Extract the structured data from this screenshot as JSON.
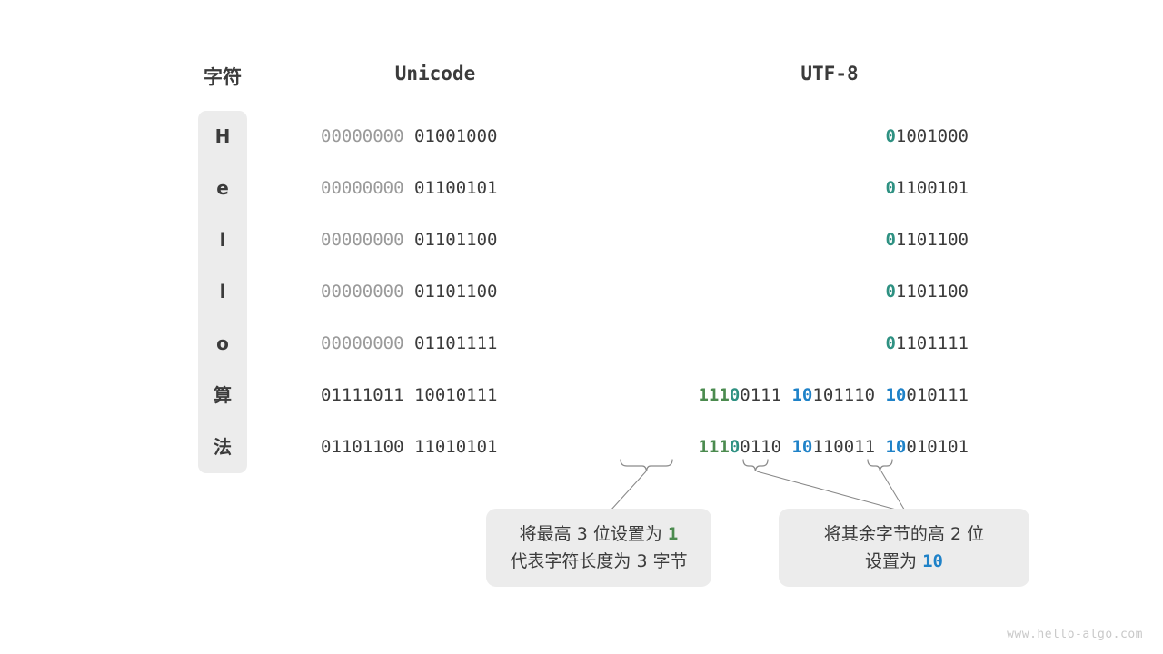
{
  "headers": {
    "character": "字符",
    "unicode": "Unicode",
    "utf8": "UTF-8"
  },
  "rows": [
    {
      "char": "H",
      "unicode_high": "00000000",
      "unicode_low": "01001000",
      "utf8_bytes": [
        {
          "prefix": "0",
          "prefix_color": "teal",
          "rest": "1001000"
        }
      ]
    },
    {
      "char": "e",
      "unicode_high": "00000000",
      "unicode_low": "01100101",
      "utf8_bytes": [
        {
          "prefix": "0",
          "prefix_color": "teal",
          "rest": "1100101"
        }
      ]
    },
    {
      "char": "l",
      "unicode_high": "00000000",
      "unicode_low": "01101100",
      "utf8_bytes": [
        {
          "prefix": "0",
          "prefix_color": "teal",
          "rest": "1101100"
        }
      ]
    },
    {
      "char": "l",
      "unicode_high": "00000000",
      "unicode_low": "01101100",
      "utf8_bytes": [
        {
          "prefix": "0",
          "prefix_color": "teal",
          "rest": "1101100"
        }
      ]
    },
    {
      "char": "o",
      "unicode_high": "00000000",
      "unicode_low": "01101111",
      "utf8_bytes": [
        {
          "prefix": "0",
          "prefix_color": "teal",
          "rest": "1101111"
        }
      ]
    },
    {
      "char": "算",
      "unicode_high": "01111011",
      "unicode_low": "10010111",
      "utf8_bytes": [
        {
          "prefix": "111",
          "prefix_color": "green",
          "prefix2": "0",
          "prefix2_color": "teal",
          "rest": "0111"
        },
        {
          "prefix": "10",
          "prefix_color": "blue",
          "rest": "101110"
        },
        {
          "prefix": "10",
          "prefix_color": "blue",
          "rest": "010111"
        }
      ]
    },
    {
      "char": "法",
      "unicode_high": "01101100",
      "unicode_low": "11010101",
      "utf8_bytes": [
        {
          "prefix": "111",
          "prefix_color": "green",
          "prefix2": "0",
          "prefix2_color": "teal",
          "rest": "0110"
        },
        {
          "prefix": "10",
          "prefix_color": "blue",
          "rest": "110011"
        },
        {
          "prefix": "10",
          "prefix_color": "blue",
          "rest": "010101"
        }
      ]
    }
  ],
  "callouts": {
    "left": {
      "line1_before": "将最高 3 位设置为 ",
      "line1_keyword": "1",
      "line2": "代表字符长度为 3 字节"
    },
    "right": {
      "line1": "将其余字节的高 2 位",
      "line2_before": "设置为 ",
      "line2_keyword": "10"
    }
  },
  "watermark": "www.hello-algo.com",
  "colors": {
    "teal": "#2e9182",
    "green": "#4b8b4f",
    "blue": "#1f82c8",
    "gray_byte": "#9a9a9a",
    "text": "#3b3b3b",
    "pill_bg": "#ececec",
    "background": "#ffffff"
  }
}
